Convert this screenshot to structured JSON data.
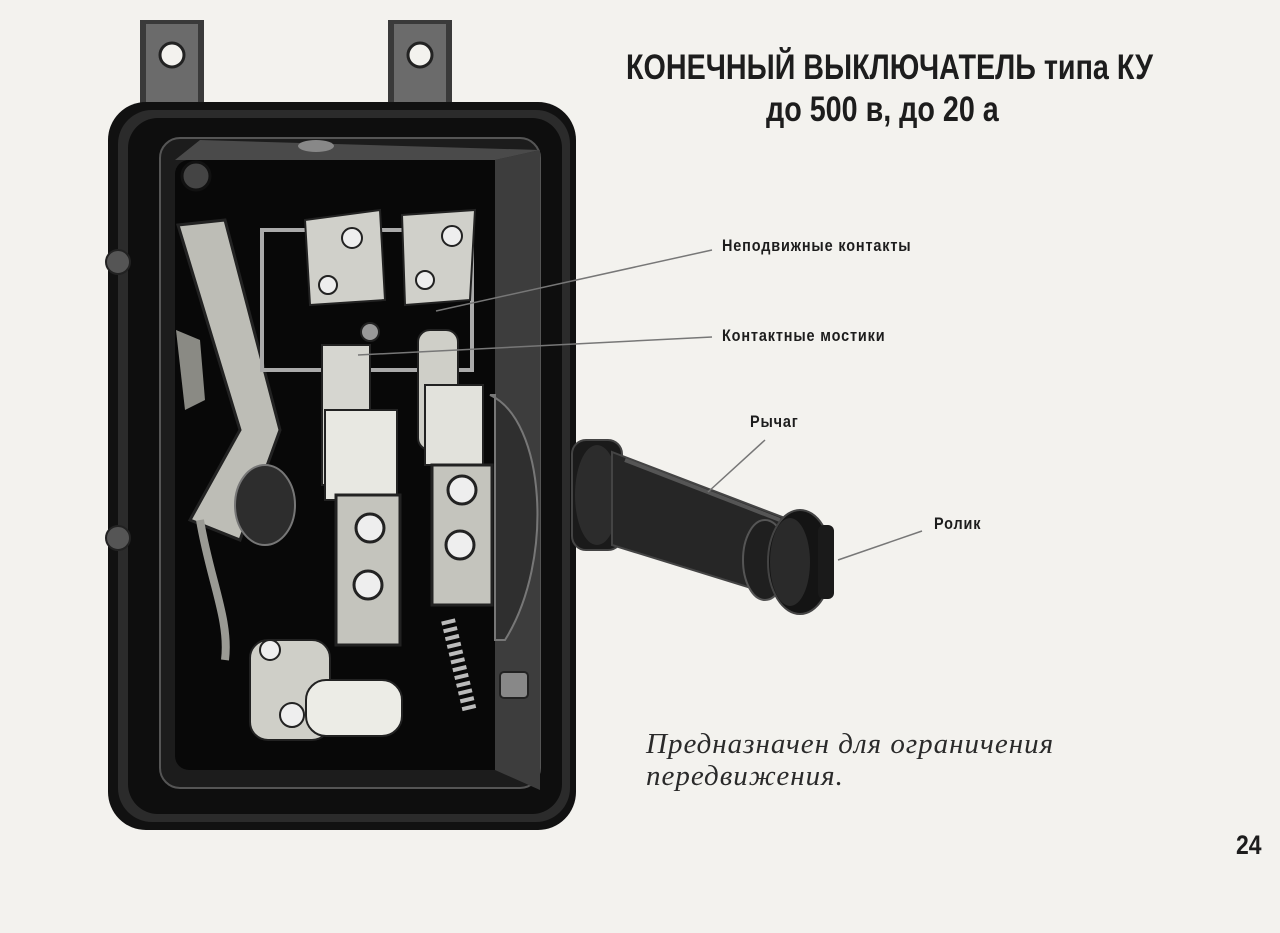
{
  "title": {
    "line1": "КОНЕЧНЫЙ ВЫКЛЮЧАТЕЛЬ типа КУ",
    "line2": "до 500 в, до 20 а"
  },
  "callouts": {
    "fixed_contacts": "Неподвижные контакты",
    "contact_bridges": "Контактные мостики",
    "lever": "Рычаг",
    "roller": "Ролик"
  },
  "description": "Предназначен для ограничения передвижения.",
  "page_number": "24",
  "colors": {
    "background": "#f3f2ee",
    "housing": "#1b1b1b",
    "metal": "#d8d8d2"
  }
}
